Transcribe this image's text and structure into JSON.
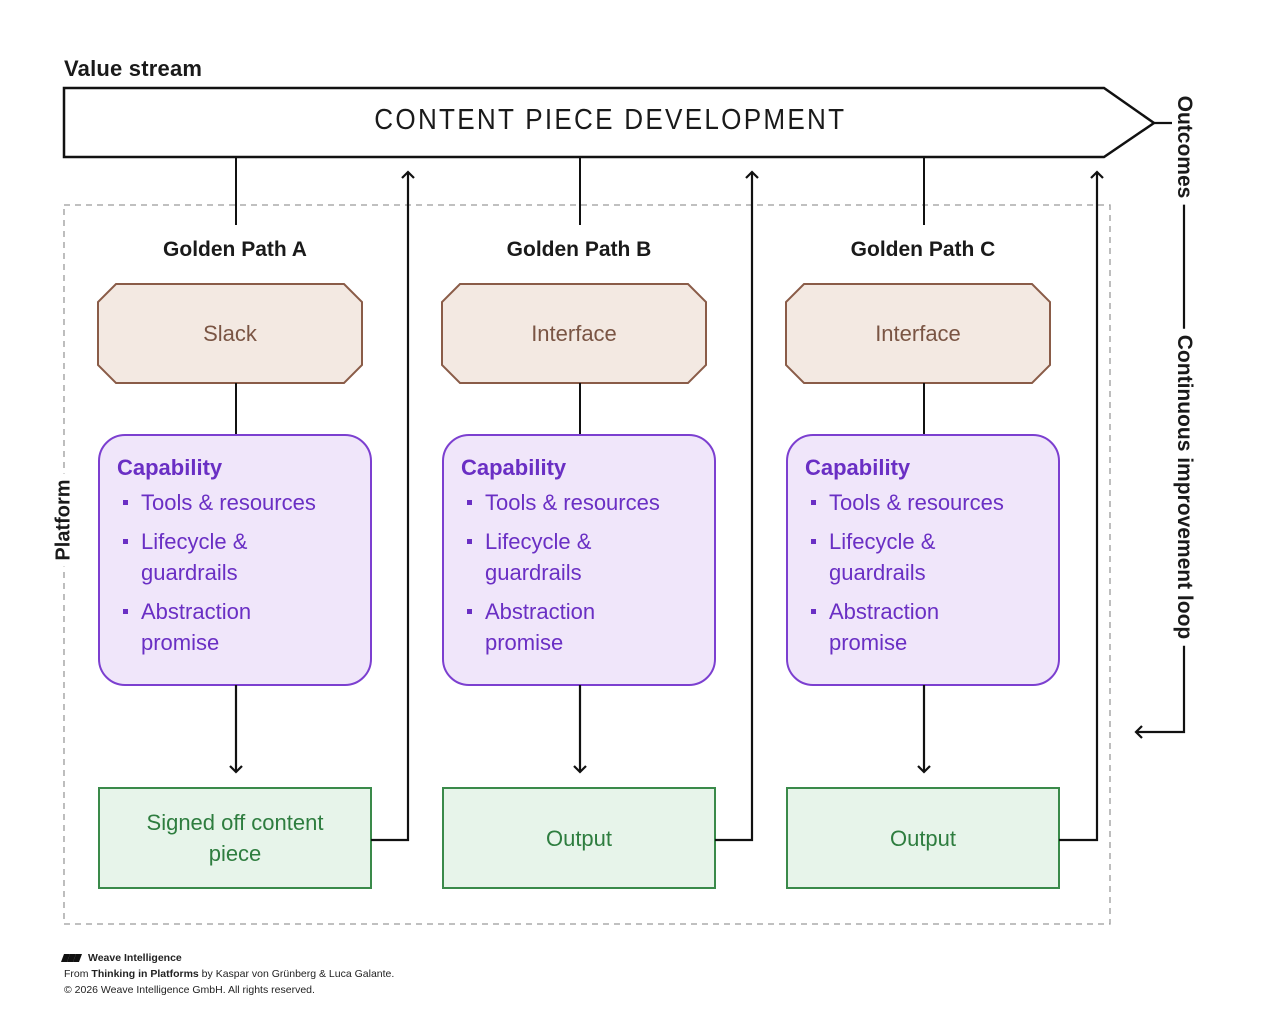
{
  "value_stream_label": "Value stream",
  "banner_title": "CONTENT PIECE DEVELOPMENT",
  "platform_label": "Platform",
  "outcomes_label": "Outcomes",
  "loop_label": "Continuous improvement loop",
  "paths": [
    {
      "title": "Golden Path A",
      "interface": "Slack",
      "capability_title": "Capability",
      "items": [
        "Tools & resources",
        "Lifecycle & guardrails",
        "Abstraction promise"
      ],
      "output": "Signed off content piece"
    },
    {
      "title": "Golden Path B",
      "interface": "Interface",
      "capability_title": "Capability",
      "items": [
        "Tools & resources",
        "Lifecycle & guardrails",
        "Abstraction promise"
      ],
      "output": "Output"
    },
    {
      "title": "Golden Path C",
      "interface": "Interface",
      "capability_title": "Capability",
      "items": [
        "Tools & resources",
        "Lifecycle & guardrails",
        "Abstraction promise"
      ],
      "output": "Output"
    }
  ],
  "footer": {
    "brand": "Weave Intelligence",
    "from_prefix": "From ",
    "book": "Thinking in Platforms",
    "authors": " by Kaspar von Grünberg & Luca Galante.",
    "copyright": "© 2026 Weave Intelligence GmbH. All rights reserved."
  },
  "colors": {
    "interface_fill": "#f3e9e2",
    "interface_stroke": "#8a5c48",
    "capability_fill": "#f0e6fa",
    "capability_stroke": "#7c3fd0",
    "output_fill": "#e7f4ea",
    "output_stroke": "#3a8a4a"
  }
}
